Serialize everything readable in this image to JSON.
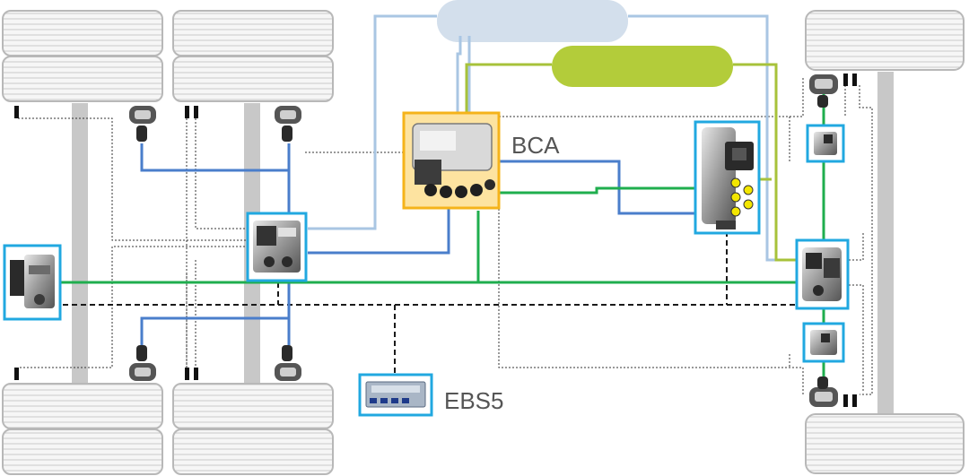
{
  "labels": {
    "bca": "BCA",
    "ebs": "EBS5"
  },
  "colors": {
    "axle": "#c8c8c8",
    "tire_stroke": "#b8b8b8",
    "line_blue": "#4a7ecb",
    "line_green": "#1fae4e",
    "line_lightblue": "#a9c6e3",
    "line_olive": "#a7c23a",
    "tank_lightblue": "#d3dfec",
    "tank_olive": "#b3cc3a",
    "frame_cyan": "#21a8e0",
    "frame_orange": "#f5b31a",
    "connector_yellow": "#f3e600"
  },
  "components": [
    "tire",
    "brake-chamber",
    "abs-sensor",
    "modulator",
    "bca-unit",
    "ebs5-control-unit",
    "air-tank",
    "trailer-control-valve",
    "relay-valve",
    "axle"
  ]
}
